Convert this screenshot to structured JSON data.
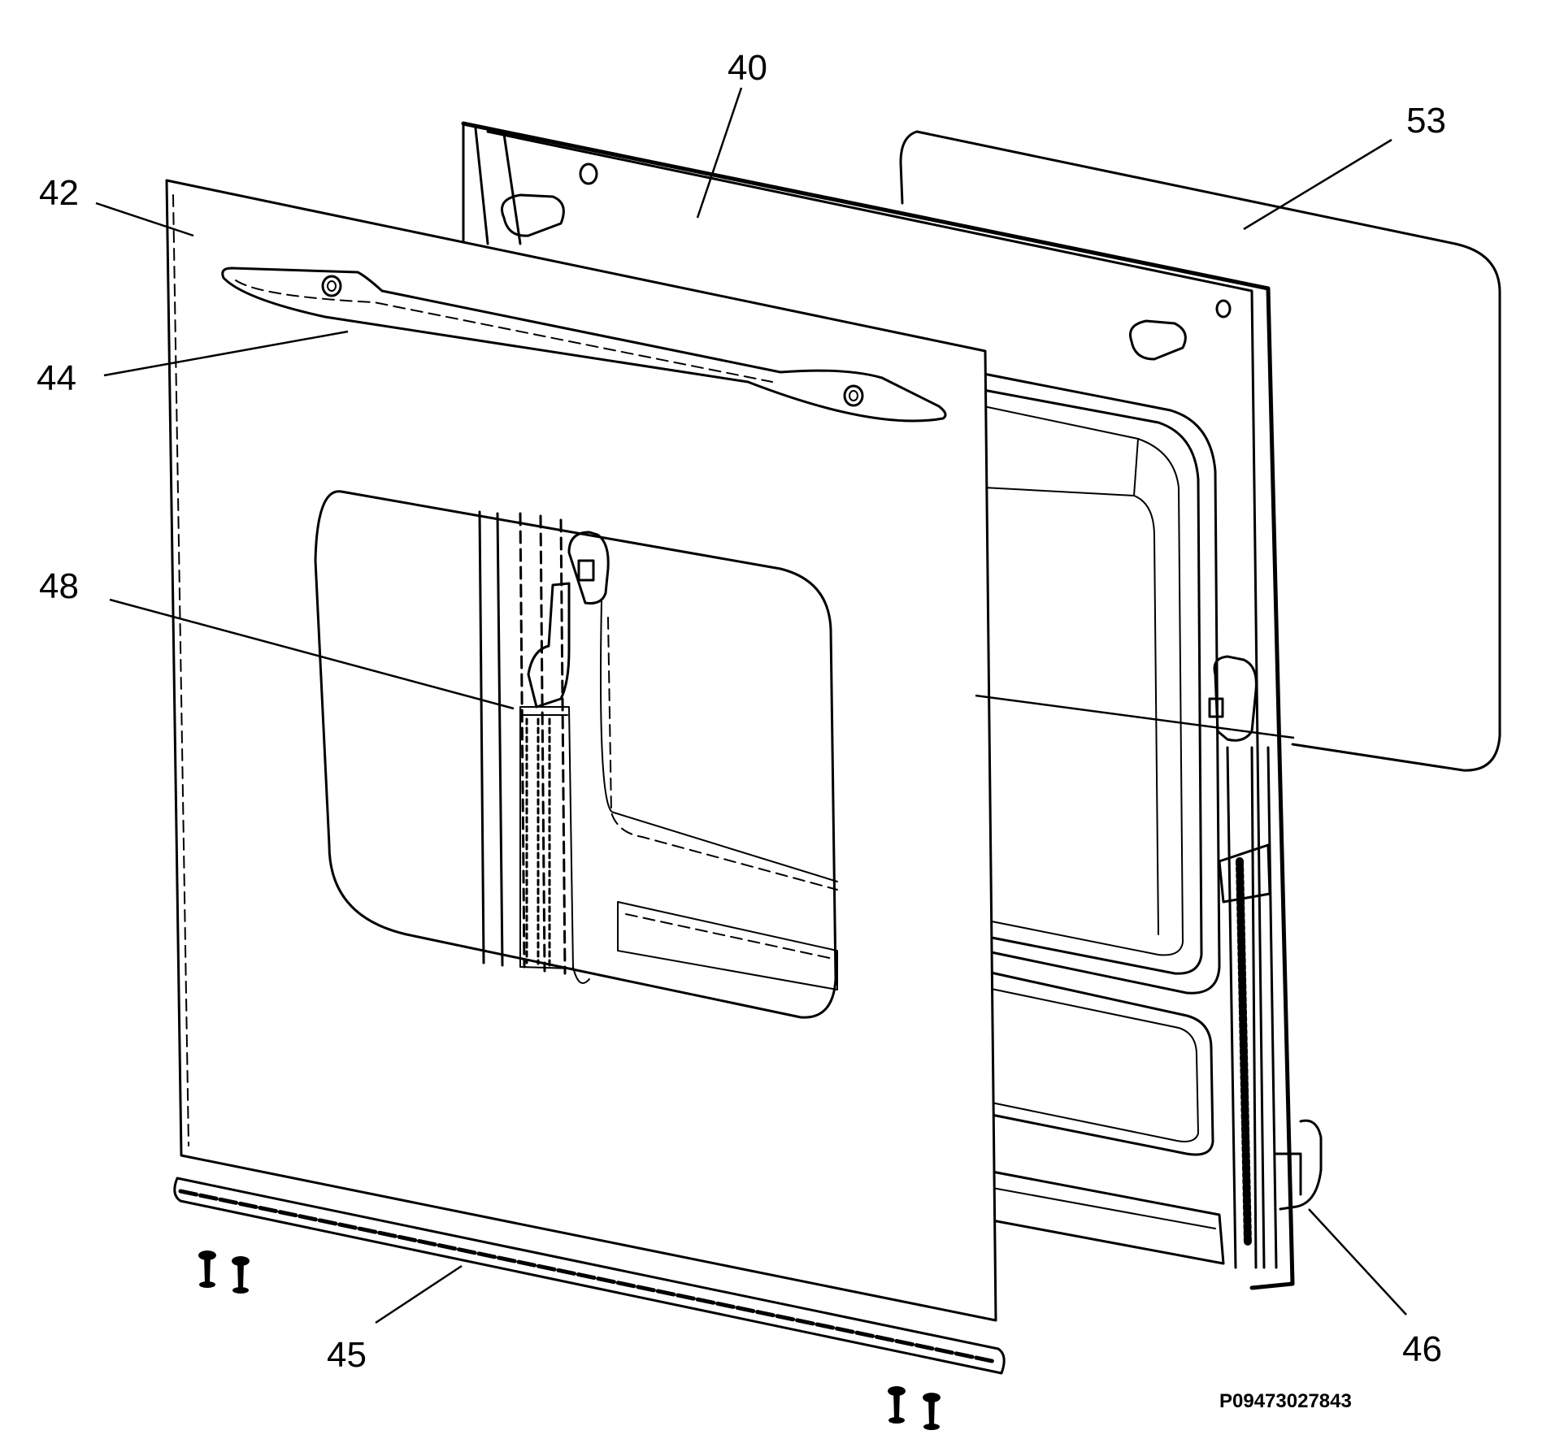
{
  "callouts": [
    {
      "id": "40",
      "label": "40"
    },
    {
      "id": "42",
      "label": "42"
    },
    {
      "id": "44",
      "label": "44"
    },
    {
      "id": "45",
      "label": "45"
    },
    {
      "id": "46",
      "label": "46"
    },
    {
      "id": "48",
      "label": "48"
    },
    {
      "id": "53",
      "label": "53"
    }
  ],
  "reference_code": "P09473027843"
}
